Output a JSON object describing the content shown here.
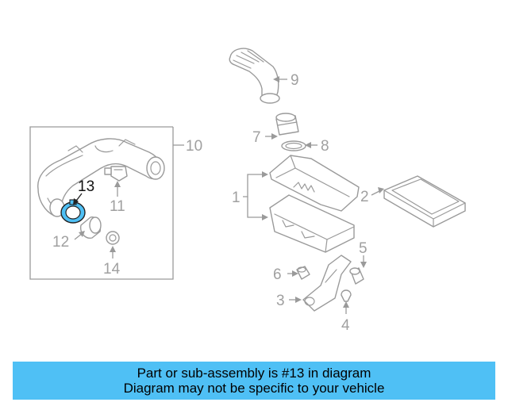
{
  "highlight_color": "#4fc0f5",
  "callouts": {
    "p1": "1",
    "p2": "2",
    "p3": "3",
    "p4": "4",
    "p5": "5",
    "p6": "6",
    "p7": "7",
    "p8": "8",
    "p9": "9",
    "p10": "10",
    "p11": "11",
    "p12": "12",
    "p13": "13",
    "p14": "14"
  },
  "banner": {
    "line1": "Part or sub-assembly is #13 in diagram",
    "line2": "Diagram may not be specific to your vehicle"
  }
}
